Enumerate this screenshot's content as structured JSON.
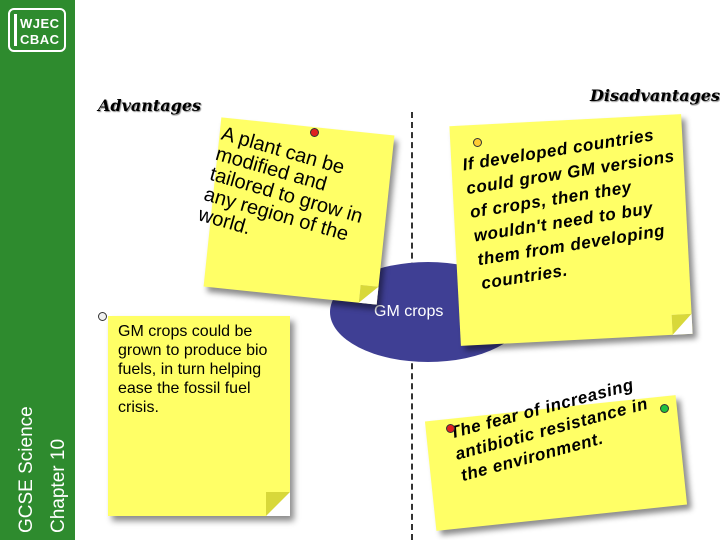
{
  "logo": {
    "line1": "WJEC",
    "line2": "CBAC"
  },
  "sidebar": {
    "subject": "GCSE Science",
    "chapter": "Chapter 10"
  },
  "headings": {
    "advantages": "Advantages",
    "disadvantages": "Disadvantages"
  },
  "center": {
    "label": "GM crops"
  },
  "notes": {
    "advantage_1": "A plant can be modified and tailored to grow in any region of the world.",
    "advantage_2": "GM crops could be grown to produce bio fuels, in turn helping ease the fossil fuel crisis.",
    "disadvantage_1": "If developed countries could grow GM versions of crops, then they wouldn't need to buy them from developing countries.",
    "disadvantage_2": "The fear of increasing antibiotic resistance in the environment."
  },
  "colors": {
    "sidebar": "#2e8b2e",
    "note": "#ffff66",
    "ellipse": "#3f3f94"
  }
}
